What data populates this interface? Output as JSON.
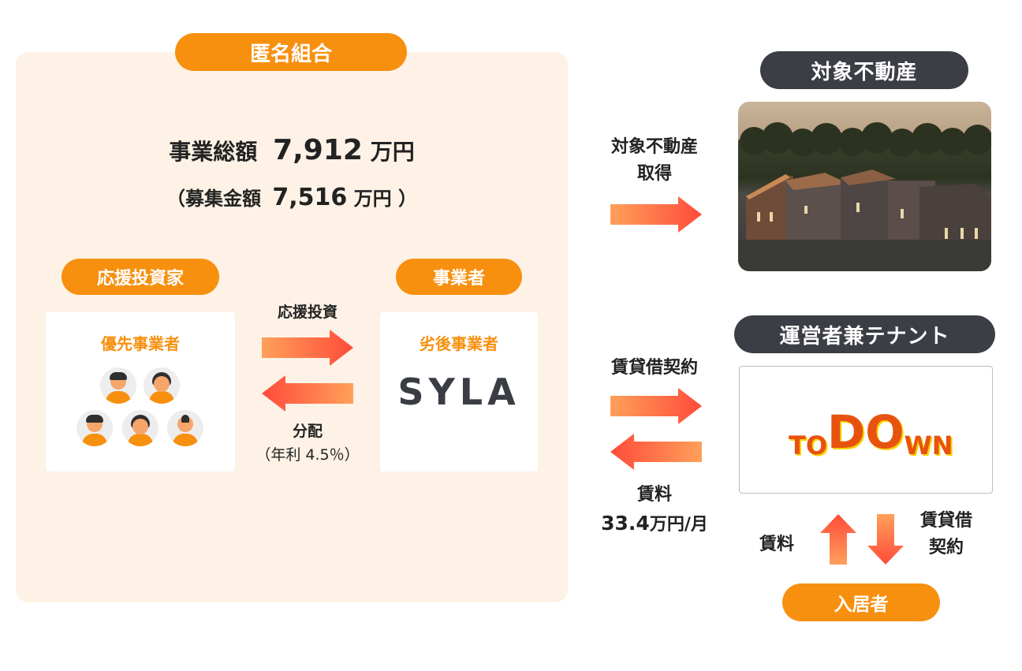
{
  "panel": {
    "title": "匿名組合",
    "total_label": "事業総額",
    "total_value": "7,912",
    "total_unit": "万円",
    "raise_prefix": "（募集金額",
    "raise_value": "7,516",
    "raise_unit": "万円",
    "raise_suffix": "）"
  },
  "investors": {
    "header": "応援投資家",
    "card_label": "優先事業者"
  },
  "operator": {
    "header": "事業者",
    "card_label": "劣後事業者",
    "logo_text": "SYLA"
  },
  "flow_invest": {
    "label": "応援投資"
  },
  "flow_distribution": {
    "label_line1": "分配",
    "label_line2": "（年利 4.5％）"
  },
  "property": {
    "header": "対象不動産",
    "acquire_line1": "対象不動産",
    "acquire_line2": "取得"
  },
  "tenant": {
    "header": "運営者兼テナント",
    "lease_label": "賃貸借契約",
    "rent_line1": "賃料",
    "rent_value": "33.4",
    "rent_unit": "万円/月",
    "logo_letters": [
      "T",
      "O",
      "D",
      "O",
      "W",
      "N"
    ]
  },
  "resident": {
    "rent_label": "賃料",
    "lease_line1": "賃貸借",
    "lease_line2": "契約",
    "header": "入居者"
  },
  "colors": {
    "accent": "#f7900f",
    "dark_pill": "#3c3e45",
    "panel_bg": "#fdf2e5",
    "arrow_start": "#ffa05a",
    "arrow_end": "#ff4b3a"
  }
}
